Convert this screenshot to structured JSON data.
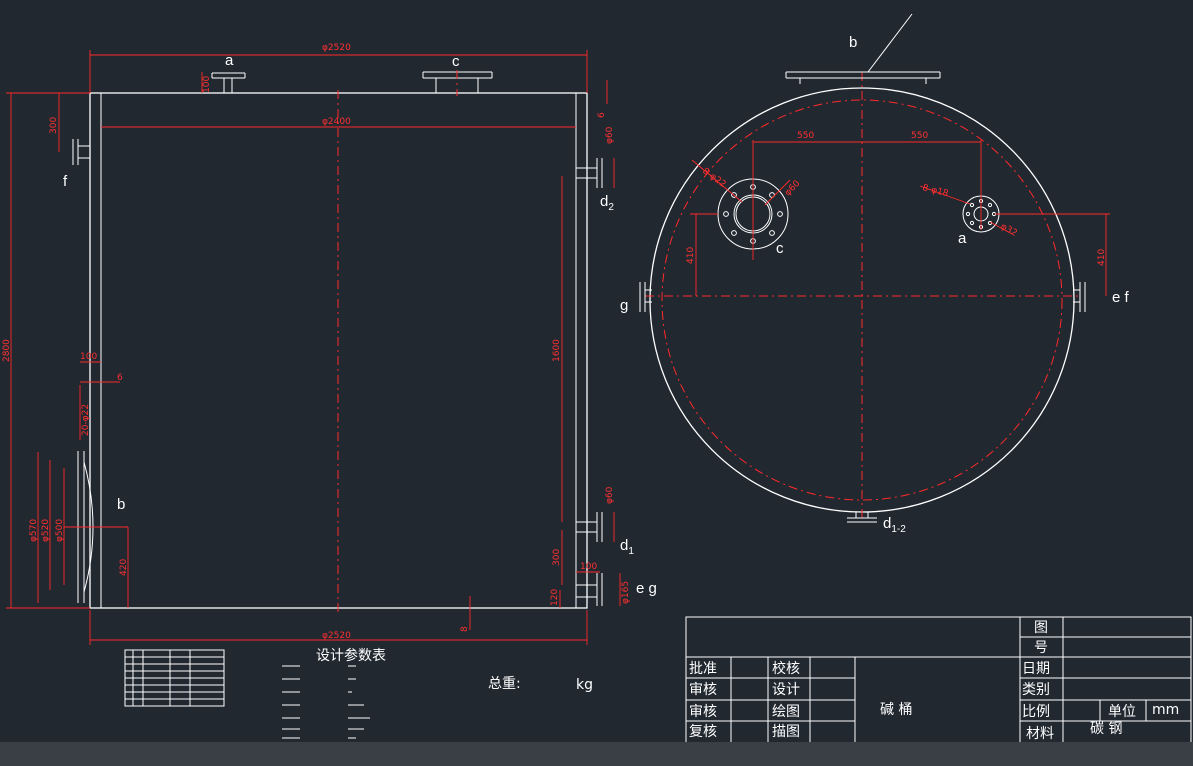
{
  "front_view": {
    "dims": {
      "top_width": "φ2520",
      "inner_width": "φ2400",
      "bottom_width": "φ2520",
      "height": "2800",
      "f_offset": "300",
      "top_flange": "100",
      "wall_right": "6",
      "d2_size": "φ60",
      "d1_size": "φ60",
      "mid_height": "1600",
      "d1_height": "300",
      "eg_offset": "100",
      "eg_height": "120",
      "eg_size": "φ165",
      "bottom_thk": "8",
      "side_100": "100",
      "side_6": "6",
      "bolt_spec": "20-φ22",
      "b_d1": "φ570",
      "b_d2": "φ520",
      "b_d3": "φ500",
      "b_height": "420"
    },
    "labels": {
      "a": "a",
      "c": "c",
      "f": "f",
      "b": "b",
      "d2_main": "d",
      "d2_sub": "2",
      "d1_main": "d",
      "d1_sub": "1",
      "eg": "e  g"
    }
  },
  "top_view": {
    "dims": {
      "left_550": "550",
      "right_550": "550",
      "c_bolts": "8-φ22",
      "c_size": "φ60",
      "a_bolts": "8-φ18",
      "a_size": "φ32",
      "left_410": "410",
      "right_410": "410"
    },
    "labels": {
      "b": "b",
      "c": "c",
      "a": "a",
      "g": "g",
      "ef": "e f",
      "d12_main": "d",
      "d12_sub": "1-2"
    }
  },
  "design_params": {
    "title": "设计参数表"
  },
  "total_weight": {
    "label": "总重:",
    "unit": "kg"
  },
  "title_block": {
    "drawing_no": "图号",
    "date": "日期",
    "category": "类别",
    "scale": "比例",
    "material": "材料",
    "unit": "单位",
    "unit_value": "mm",
    "material_value": "碳 钢",
    "approve": "批准",
    "proofread": "校核",
    "review": "审核",
    "design": "设计",
    "review2": "审核",
    "draw": "绘图",
    "recheck": "复核",
    "trace": "描图",
    "title": "碱 桶"
  }
}
